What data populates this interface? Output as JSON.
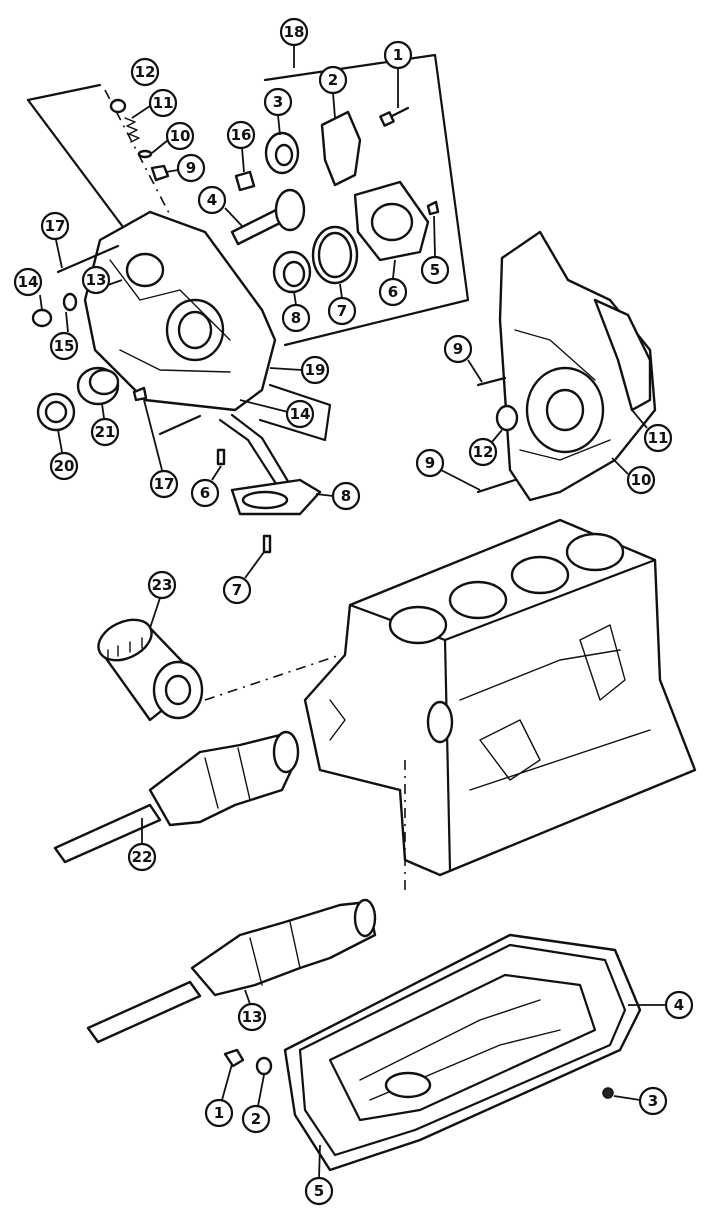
{
  "callouts": [
    {
      "id": "c18",
      "label": "18"
    },
    {
      "id": "c1a",
      "label": "1"
    },
    {
      "id": "c2a",
      "label": "2"
    },
    {
      "id": "c3a",
      "label": "3"
    },
    {
      "id": "c12a",
      "label": "12"
    },
    {
      "id": "c11a",
      "label": "11"
    },
    {
      "id": "c10a",
      "label": "10"
    },
    {
      "id": "c9a",
      "label": "9"
    },
    {
      "id": "c16",
      "label": "16"
    },
    {
      "id": "c4a",
      "label": "4"
    },
    {
      "id": "c5a",
      "label": "5"
    },
    {
      "id": "c6a",
      "label": "6"
    },
    {
      "id": "c7a",
      "label": "7"
    },
    {
      "id": "c8a",
      "label": "8"
    },
    {
      "id": "c17a",
      "label": "17"
    },
    {
      "id": "c14a",
      "label": "14"
    },
    {
      "id": "c13a",
      "label": "13"
    },
    {
      "id": "c15",
      "label": "15"
    },
    {
      "id": "c19",
      "label": "19"
    },
    {
      "id": "c14b",
      "label": "14"
    },
    {
      "id": "c21",
      "label": "21"
    },
    {
      "id": "c20",
      "label": "20"
    },
    {
      "id": "c17b",
      "label": "17"
    },
    {
      "id": "c6b",
      "label": "6"
    },
    {
      "id": "c8b",
      "label": "8"
    },
    {
      "id": "c7b",
      "label": "7"
    },
    {
      "id": "c9b",
      "label": "9"
    },
    {
      "id": "c12b",
      "label": "12"
    },
    {
      "id": "c9c",
      "label": "9"
    },
    {
      "id": "c11b",
      "label": "11"
    },
    {
      "id": "c10b",
      "label": "10"
    },
    {
      "id": "c23",
      "label": "23"
    },
    {
      "id": "c22",
      "label": "22"
    },
    {
      "id": "c13b",
      "label": "13"
    },
    {
      "id": "c4b",
      "label": "4"
    },
    {
      "id": "c3b",
      "label": "3"
    },
    {
      "id": "c1b",
      "label": "1"
    },
    {
      "id": "c2b",
      "label": "2"
    },
    {
      "id": "c5b",
      "label": "5"
    }
  ]
}
